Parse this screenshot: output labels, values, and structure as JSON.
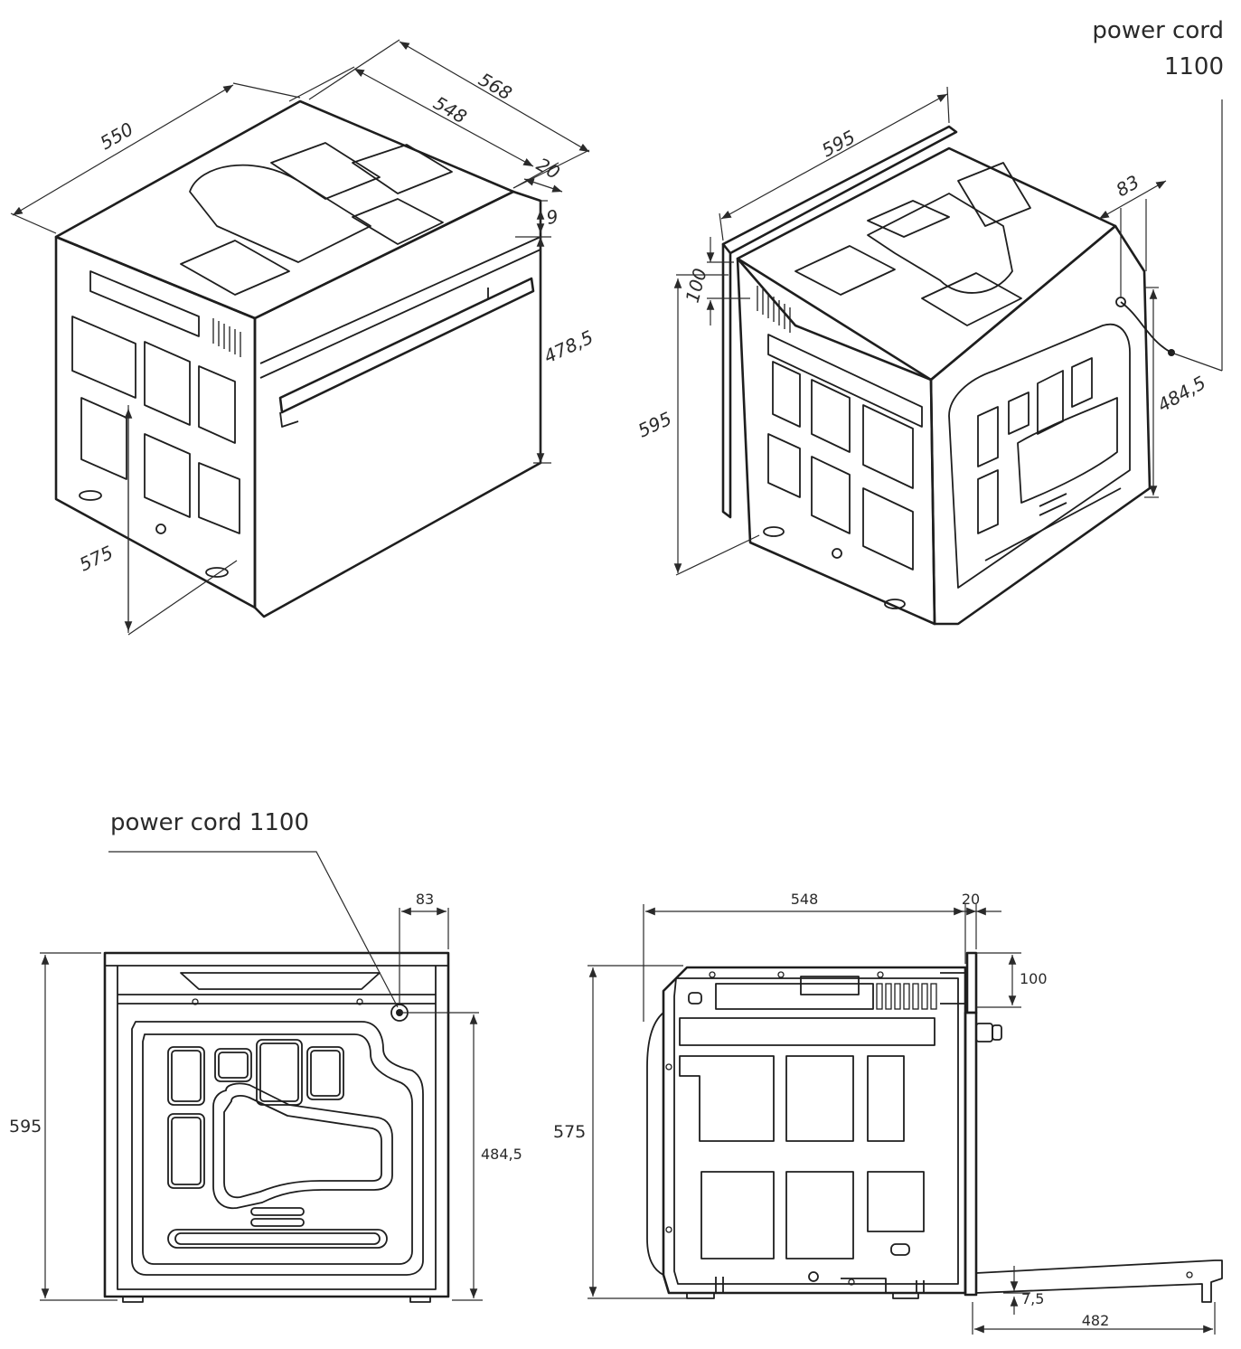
{
  "views": {
    "front_iso": {
      "dims": {
        "d550": "550",
        "d568": "568",
        "d548": "548",
        "d20": "20",
        "d9": "9",
        "d4785": "478,5",
        "d575": "575"
      }
    },
    "rear_iso": {
      "power_cord_title": "power cord",
      "power_cord_length": "1100",
      "dims": {
        "d595w": "595",
        "d100": "100",
        "d595h": "595",
        "d83": "83",
        "d4845": "484,5"
      }
    },
    "rear_view": {
      "power_cord_label": "power cord 1100",
      "dims": {
        "d83": "83",
        "d595": "595",
        "d4845": "484,5"
      }
    },
    "side_view": {
      "dims": {
        "d548": "548",
        "d20": "20",
        "d100": "100",
        "d575": "575",
        "d75": "7,5",
        "d482": "482"
      }
    }
  }
}
